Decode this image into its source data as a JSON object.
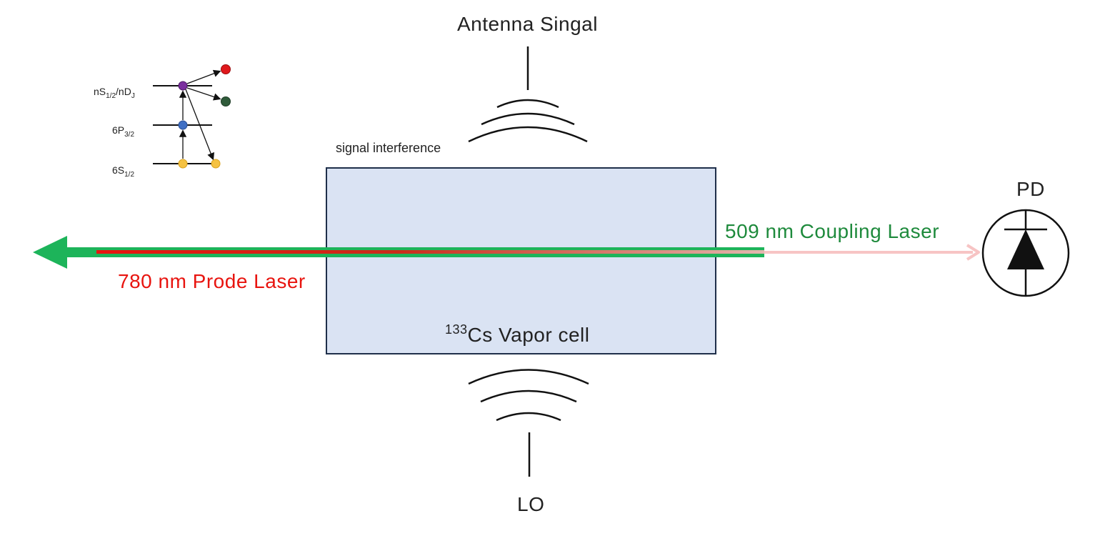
{
  "labels": {
    "antenna_signal": "Antenna Singal",
    "lo": "LO",
    "signal_interference": "signal interference",
    "vapor_cell_isotope": "133",
    "vapor_cell_text": "Cs Vapor cell",
    "coupling_laser": "509 nm Coupling Laser",
    "probe_laser": "780 nm Prode Laser",
    "photodetector": "PD"
  },
  "energy_levels": {
    "rydberg_base": "nS",
    "rydberg_sub1": "1/2",
    "rydberg_mid": "/nD",
    "rydberg_sub2": "J",
    "excited_base": "6P",
    "excited_sub": "3/2",
    "ground_base": "6S",
    "ground_sub": "1/2"
  },
  "colors": {
    "coupling": "#1db45a",
    "coupling_text": "#1e8a3c",
    "probe": "#e8140f",
    "probe_fade": "#f7b8b8",
    "cell_fill": "#dae3f3",
    "cell_border": "#1f2f4a",
    "dot_ground": "#f5c242",
    "dot_excited": "#3f6fc4",
    "dot_rydberg": "#7a2f9e",
    "dot_red": "#e0181c",
    "dot_dark_green": "#2f5b3a"
  }
}
